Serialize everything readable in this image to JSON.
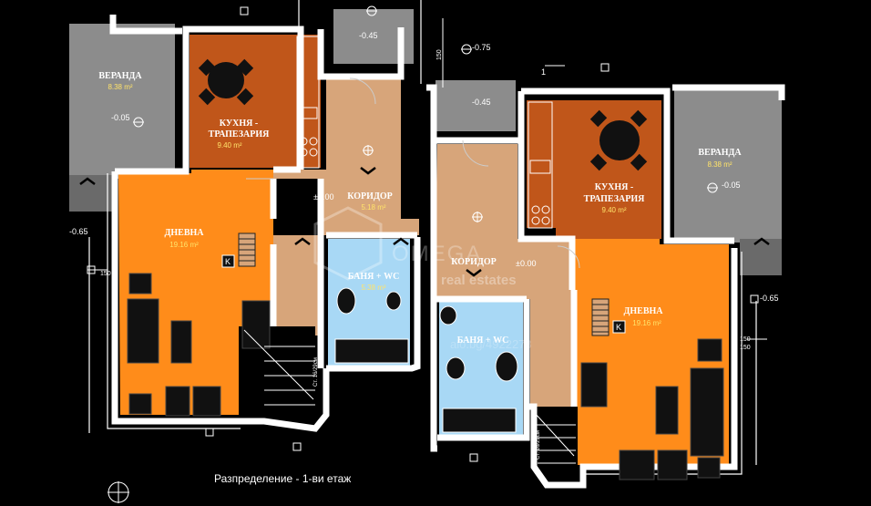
{
  "caption": "Разпределение - 1-ви етаж",
  "watermark": {
    "brand": "OMEGA",
    "sub": "real estates",
    "code": "alo.bg/4922278"
  },
  "rooms": {
    "veranda_left": {
      "name": "ВЕРАНДА",
      "area": "8.38 m²",
      "level": "-0.05"
    },
    "kitchen_left": {
      "name1": "КУХНЯ -",
      "name2": "ТРАПЕЗАРИЯ",
      "area": "9.40 m²"
    },
    "corridor_left": {
      "name": "КОРИДОР",
      "area": "5.18 m²",
      "level": "±0.00"
    },
    "living_left": {
      "name": "ДНЕВНА",
      "area": "19.16 m²"
    },
    "bath_left": {
      "name": "БАНЯ + WC",
      "area": "5.38 m²"
    },
    "veranda_right": {
      "name": "ВЕРАНДА",
      "area": "8.38 m²",
      "level": "-0.05"
    },
    "kitchen_right": {
      "name1": "КУХНЯ -",
      "name2": "ТРАПЕЗАРИЯ",
      "area": "9.40 m²"
    },
    "corridor_right": {
      "name": "КОРИДОР",
      "level": "±0.00"
    },
    "living_right": {
      "name": "ДНЕВНА",
      "area": "19.16 m²"
    },
    "bath_right": {
      "name": "БАНЯ + WC"
    }
  },
  "levels": {
    "entry_left": "-0.45",
    "entry_right": "-0.45",
    "outside_left": "-0.65",
    "outside_right": "-0.65",
    "top": "-0.75"
  },
  "dims": {
    "d150a": "150",
    "d150b": "150",
    "d150c": "150",
    "d150d": "150"
  },
  "stairs": {
    "left": "Ст. 16/29см",
    "right": "Ст. 16/29см"
  },
  "markers": {
    "k": "K",
    "axis": "1"
  },
  "colors": {
    "orange": "#ff8c1a",
    "kitchen": "#c0561a",
    "tan": "#d7a57a",
    "gray": "#8c8c8c",
    "bath": "#a8d8f5",
    "wall": "#ffffff",
    "furniture": "#111111"
  }
}
